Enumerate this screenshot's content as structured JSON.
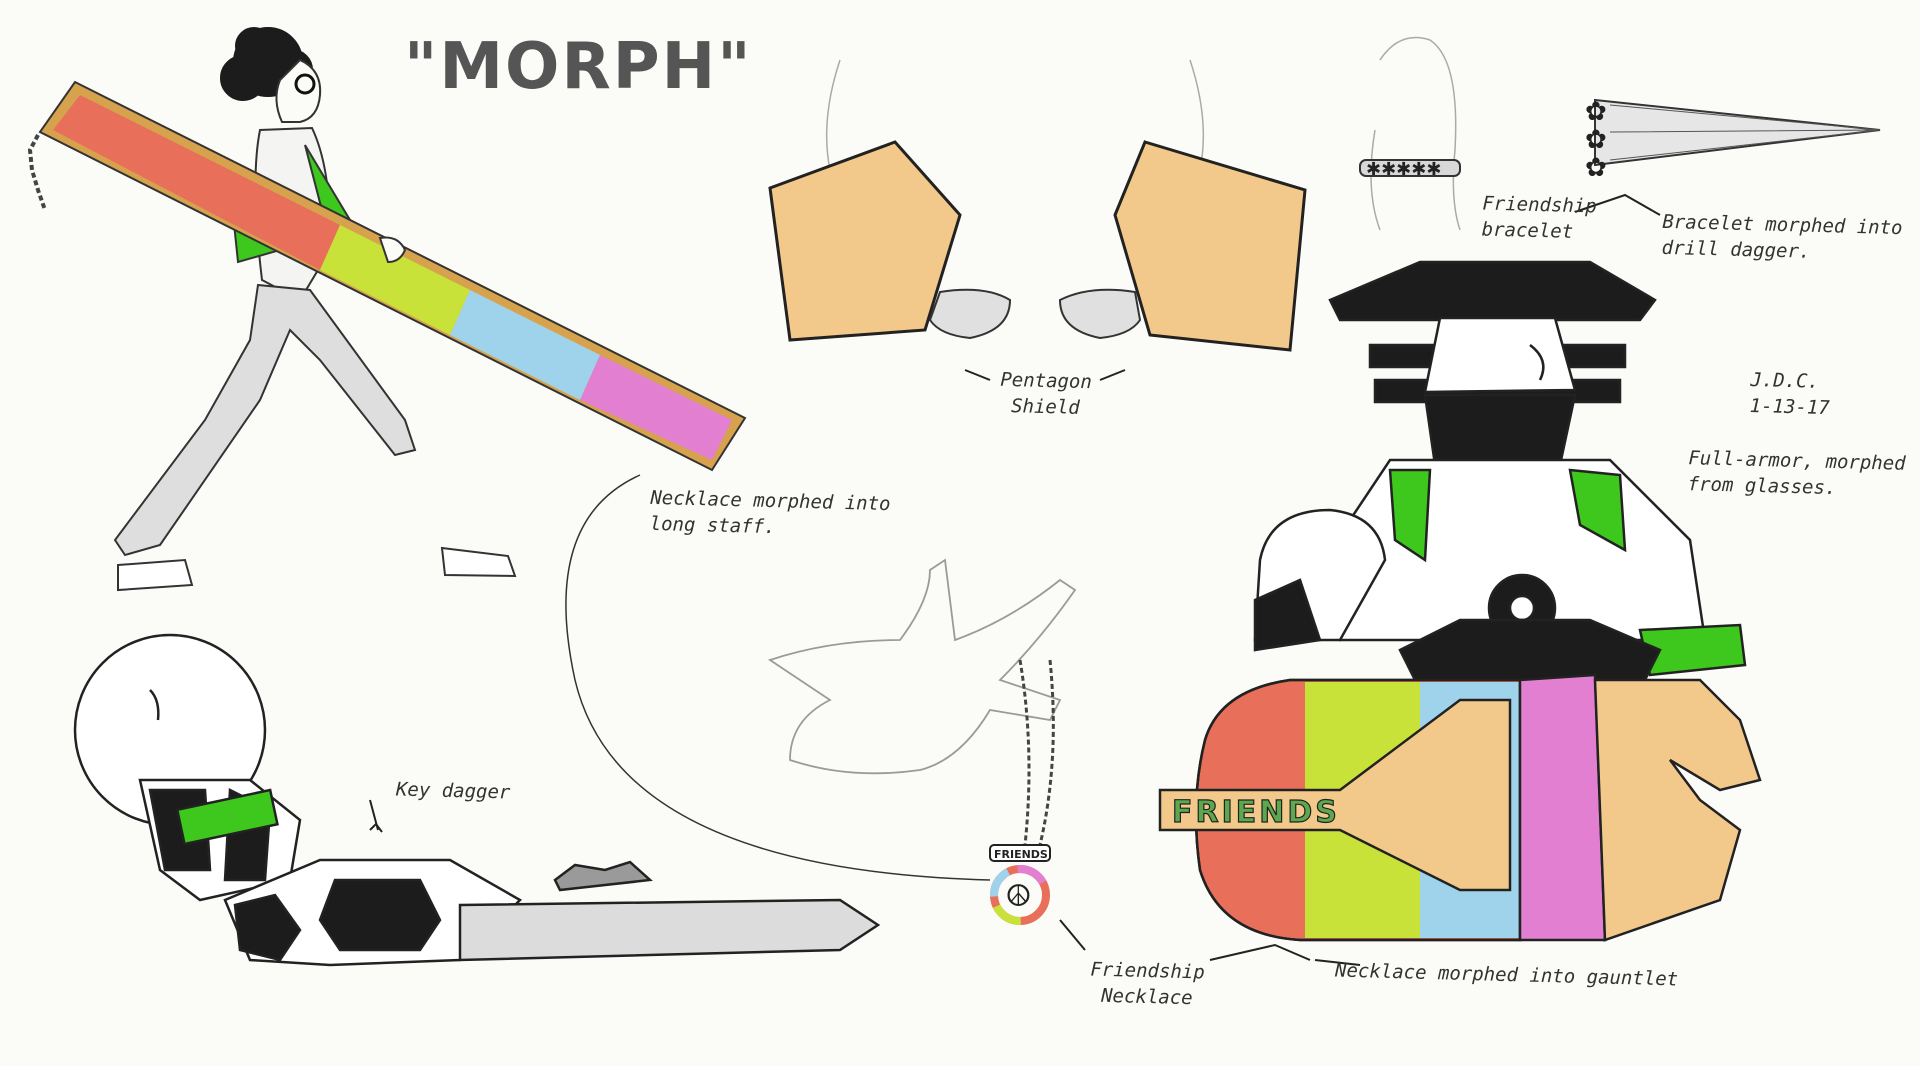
{
  "title": "\"MORPH\"",
  "labels": {
    "staff": [
      "Necklace morphed into",
      "long staff."
    ],
    "shield": [
      "Pentagon",
      "Shield"
    ],
    "bracelet": [
      "Friendship",
      "bracelet"
    ],
    "drill": [
      "Bracelet morphed into",
      "drill dagger."
    ],
    "signature": [
      "J.D.C.",
      "1-13-17"
    ],
    "armor": [
      "Full-armor, morphed",
      "from glasses."
    ],
    "key_dagger": "Key dagger",
    "necklace": [
      "Friendship",
      "Necklace"
    ],
    "gauntlet": "Necklace morphed into gauntlet"
  },
  "gauntlet_text": "FRIENDS",
  "pendant_text": "FRIENDS",
  "colors": {
    "red": "#e8705a",
    "yellow": "#c9e23a",
    "blue": "#9fd3ec",
    "pink": "#e27fd0",
    "green": "#3ec71c",
    "tan": "#f2c98a",
    "black": "#1c1c1c",
    "wood": "#d6a24e"
  }
}
